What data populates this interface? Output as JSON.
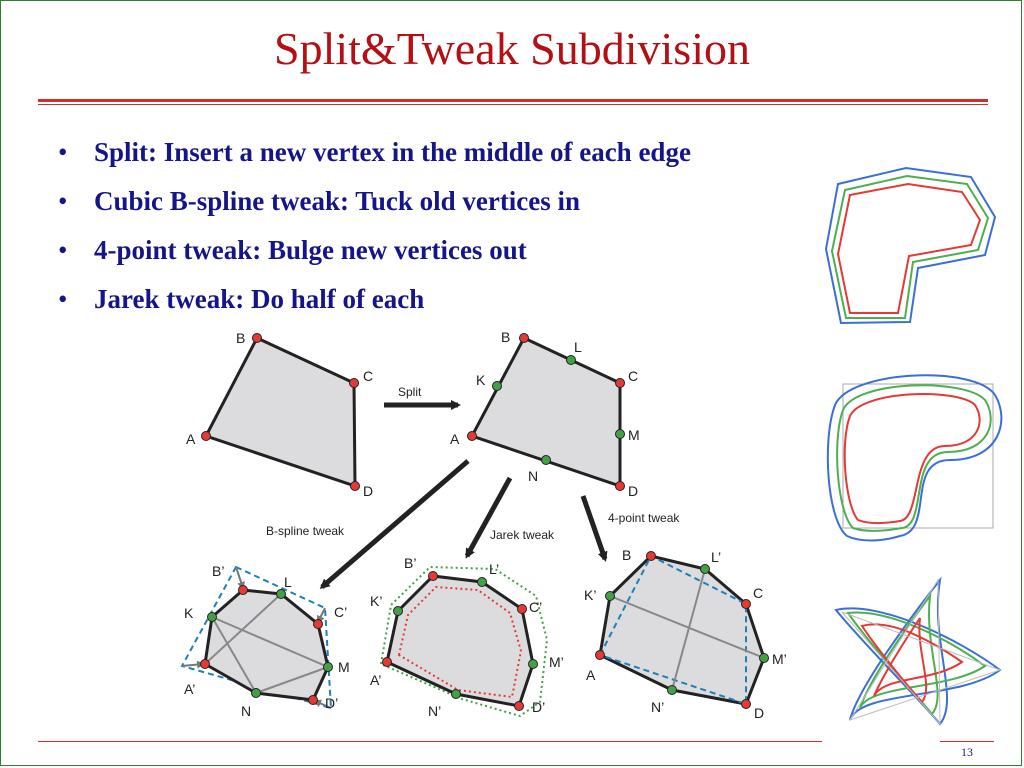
{
  "slide": {
    "title": "Split&Tweak Subdivision",
    "bullets": [
      "Split: Insert a new vertex in the middle of each edge",
      "Cubic B-spline tweak: Tuck old vertices in",
      "4-point tweak: Bulge new vertices out",
      "Jarek tweak: Do half of each"
    ],
    "bullet_glyph": "•",
    "page_number": "13"
  },
  "diagram": {
    "arrow_labels": {
      "split": "Split",
      "bspline": "B-spline tweak",
      "jarek": "Jarek tweak",
      "fourpoint": "4-point tweak"
    },
    "original": {
      "A": "A",
      "B": "B",
      "C": "C",
      "D": "D"
    },
    "split": {
      "A": "A",
      "B": "B",
      "C": "C",
      "D": "D",
      "K": "K",
      "L": "L",
      "M": "M",
      "N": "N"
    },
    "bspline": {
      "B": "B’",
      "L": "L",
      "K": "K",
      "C": "C’",
      "M": "M",
      "A": "A’",
      "N": "N",
      "D": "D’"
    },
    "jarek": {
      "B": "B’",
      "L": "L’",
      "K": "K’",
      "C": "C’",
      "M": "M’",
      "A": "A’",
      "N": "N’",
      "D": "D’"
    },
    "fourpoint": {
      "B": "B",
      "L": "L’",
      "K": "K’",
      "C": "C",
      "M": "M’",
      "A": "A",
      "N": "N’",
      "D": "D"
    }
  },
  "colors": {
    "title": "#b30f14",
    "bullet_text": "#15158a",
    "rule": "#d32f2f",
    "border": "#2e7d32",
    "old_vertex": "#e53935",
    "new_vertex": "#43a047",
    "dashed": "#1f7fb8",
    "curve_blue": "#3b6fd6",
    "curve_green": "#4caf50",
    "curve_red": "#e53935"
  }
}
